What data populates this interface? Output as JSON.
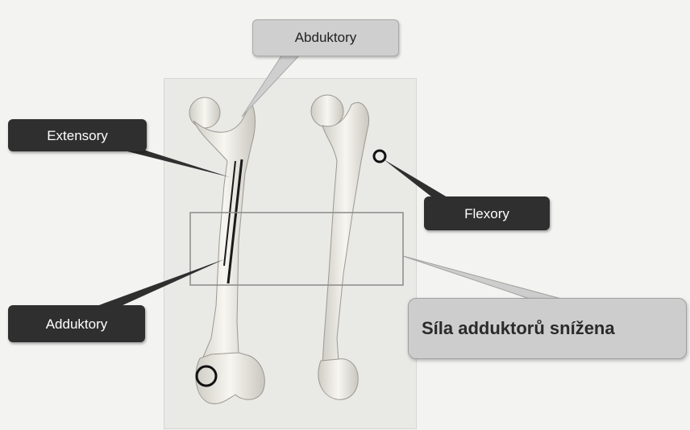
{
  "callouts": {
    "abduktory": "Abduktory",
    "extensory": "Extensory",
    "flexory": "Flexory",
    "adduktory": "Adduktory",
    "sila": "Síla adduktorů snížena"
  },
  "colors": {
    "dark_callout": "#2f2f2f",
    "light_callout": "#cfcfcf",
    "bone": "#f6f5f0",
    "marker": "#111111"
  }
}
